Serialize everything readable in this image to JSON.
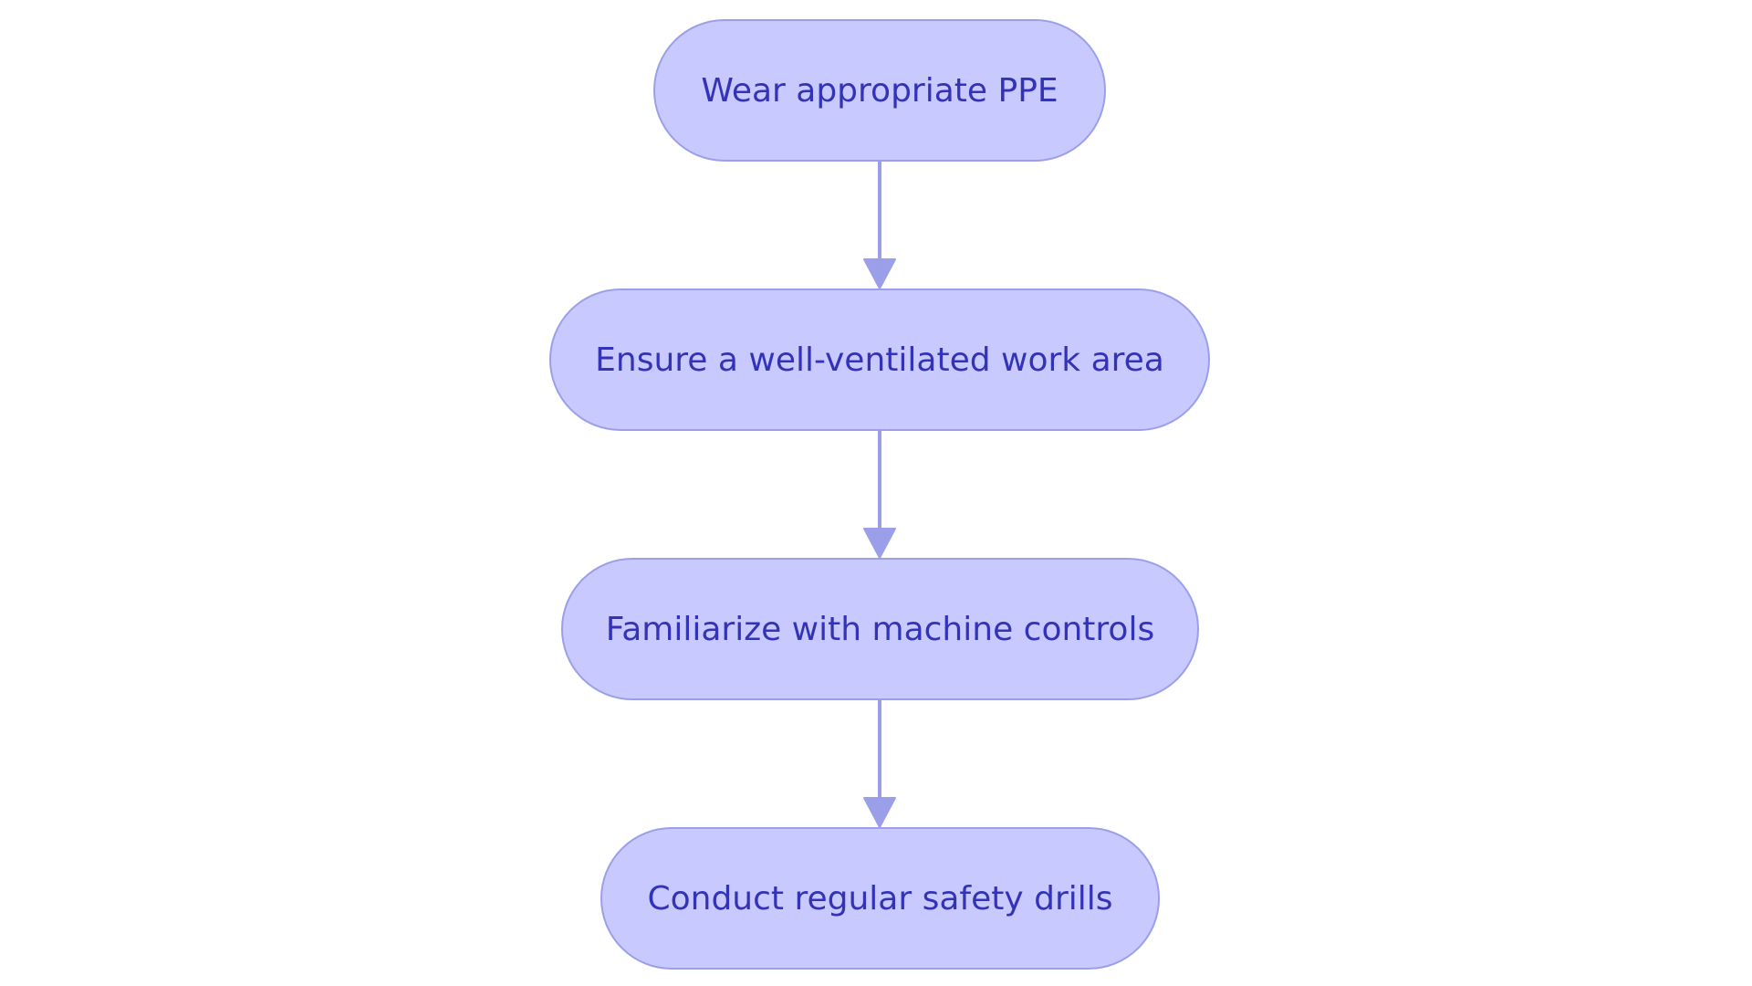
{
  "diagram": {
    "type": "flowchart",
    "direction": "top-to-bottom",
    "nodes": [
      {
        "id": "n1",
        "label": "Wear appropriate PPE"
      },
      {
        "id": "n2",
        "label": "Ensure a well-ventilated work area"
      },
      {
        "id": "n3",
        "label": "Familiarize with machine controls"
      },
      {
        "id": "n4",
        "label": "Conduct regular safety drills"
      }
    ],
    "edges": [
      {
        "from": "n1",
        "to": "n2"
      },
      {
        "from": "n2",
        "to": "n3"
      },
      {
        "from": "n3",
        "to": "n4"
      }
    ]
  },
  "colors": {
    "node_fill": "#c8caff",
    "node_border": "#9b9fea",
    "text": "#3333b8",
    "connector": "#9b9fea"
  }
}
